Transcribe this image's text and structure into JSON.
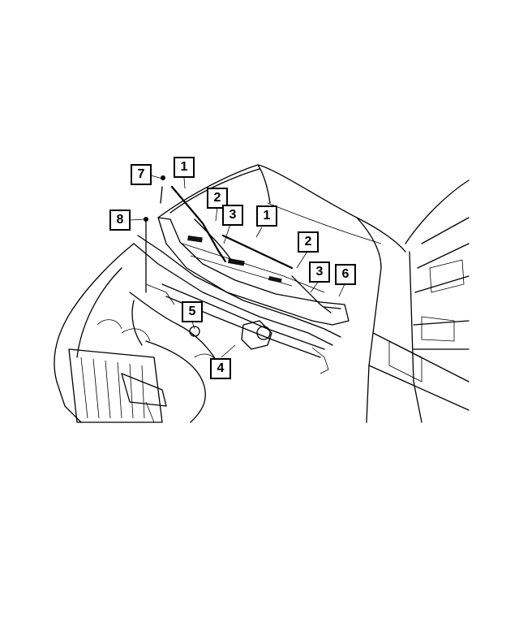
{
  "callouts": [
    {
      "id": "c7",
      "label": "7"
    },
    {
      "id": "c1a",
      "label": "1"
    },
    {
      "id": "c2a",
      "label": "2"
    },
    {
      "id": "c3a",
      "label": "3"
    },
    {
      "id": "c8",
      "label": "8"
    },
    {
      "id": "c1b",
      "label": "1"
    },
    {
      "id": "c2b",
      "label": "2"
    },
    {
      "id": "c3b",
      "label": "3"
    },
    {
      "id": "c6",
      "label": "6"
    },
    {
      "id": "c5",
      "label": "5"
    },
    {
      "id": "c4",
      "label": "4"
    }
  ]
}
